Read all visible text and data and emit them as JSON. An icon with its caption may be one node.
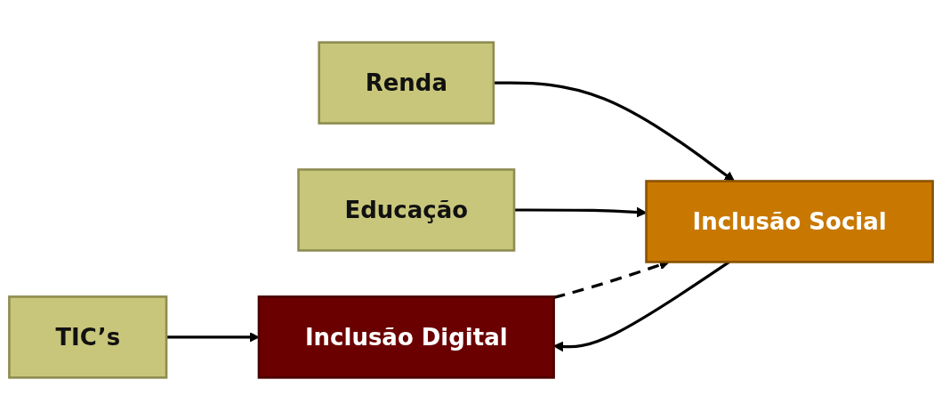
{
  "diagram": {
    "nodes": [
      {
        "text": [
          "TIC’s"
        ]
      },
      {
        "text": [
          "Renda"
        ]
      },
      {
        "text": [
          "Educação"
        ]
      },
      {
        "text": [
          "Inclusão Digital"
        ]
      },
      {
        "text": [
          "Inclusão Social"
        ]
      }
    ],
    "edges": [
      {
        "from": 0,
        "to": 3,
        "arrow": "to"
      },
      {
        "from": 1,
        "to": 4,
        "arrow": "to"
      },
      {
        "from": 2,
        "to": 4,
        "arrow": "to"
      },
      {
        "from": 4,
        "to": 3,
        "arrow": "to"
      },
      {
        "from": 3,
        "to": 4,
        "arrow": "to",
        "style": "dashed"
      }
    ]
  }
}
